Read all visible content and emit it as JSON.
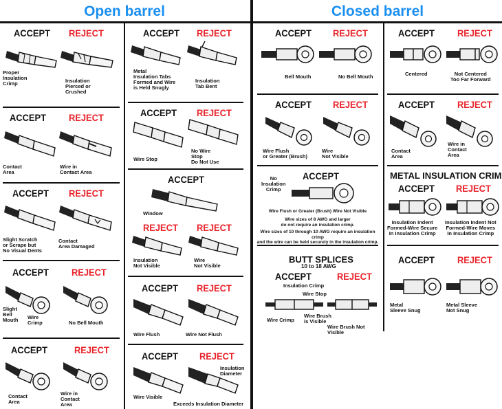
{
  "headers": {
    "open": "Open barrel",
    "closed": "Closed barrel"
  },
  "words": {
    "accept": "ACCEPT",
    "reject": "REJECT"
  },
  "open_col1": [
    {
      "accept_label": "Proper\nInsulation\nCrimp",
      "reject_label": "Insulation\nPierced or\nCrushed"
    },
    {
      "accept_label": "Contact\nArea",
      "reject_label": "Wire in\nContact Area"
    },
    {
      "accept_label": "Slight Scratch\nor Scrape but\nNo Visual Dents",
      "reject_label": "Contact\nArea Damaged"
    },
    {
      "accept_label_a": "Slight\nBell\nMouth",
      "accept_label_b": "Wire\nCrimp",
      "reject_label": "No Bell Mouth"
    },
    {
      "accept_label": "Contact\nArea",
      "reject_label": "Wire in\nContact\nArea"
    }
  ],
  "open_col2": [
    {
      "accept_label": "Metal\nInsulation Tabs\nFormed and Wire\nis Held Snugly",
      "reject_label": "Insulation\nTab Bent"
    },
    {
      "accept_label": "Wire Stop",
      "reject_label": "No Wire\nStop\nDo Not Use"
    },
    {
      "accept_label": "Window",
      "accept_label_b": "Insulation\nNot Visible",
      "reject_label": "Wire\nNot Visible"
    },
    {
      "accept_label": "Wire Flush",
      "reject_label": "Wire Not Flush"
    },
    {
      "accept_label": "Wire Visible",
      "reject_label_a": "Insulation\nDiameter",
      "reject_label": "Exceeds Insulation Diameter"
    }
  ],
  "closed_col1": [
    {
      "accept_label": "Bell Mouth",
      "reject_label": "No Bell Mouth"
    },
    {
      "accept_label": "Wire Flush\nor Greater (Brush)",
      "reject_label": "Wire\nNot Visible"
    },
    {
      "label_a": "No\nInsulation\nCrimp",
      "note1": "Wire Flush or Greater (Brush) Wire Not Visible",
      "note2": "Wire sizes of 8 AWG and larger\ndo not require an insulation crimp.",
      "note3": "Wire sizes of 10 through 10 AWG require an insulation crimp\nand the wire can be held securely in the insulation crimp."
    },
    {
      "title": "BUTT SPLICES",
      "subtitle": "10 to 18 AWG",
      "l1": "Insulation Crimp",
      "l2": "Wire Stop",
      "l3": "Wire Brush\nis Visible",
      "l4": "Wire Crimp",
      "reject_label": "Wire Brush Not Visible"
    }
  ],
  "closed_col2": [
    {
      "accept_label": "Centered",
      "reject_label": "Not Centered\nToo Far Forward"
    },
    {
      "accept_label": "Contact\nArea",
      "reject_label": "Wire in\nContact\nArea"
    },
    {
      "title": "METAL INSULATION CRIMP",
      "accept_label": "Insulation Indent\nFormed-Wire Secure\nIn Insulation Crimp",
      "reject_label": "Insulation Indent Not\nFormed-Wire Moves\nIn Insulation Crimp"
    },
    {
      "accept_label": "Metal\nSleeve Snug",
      "reject_label": "Metal Sleeve\nNot Snug"
    }
  ]
}
